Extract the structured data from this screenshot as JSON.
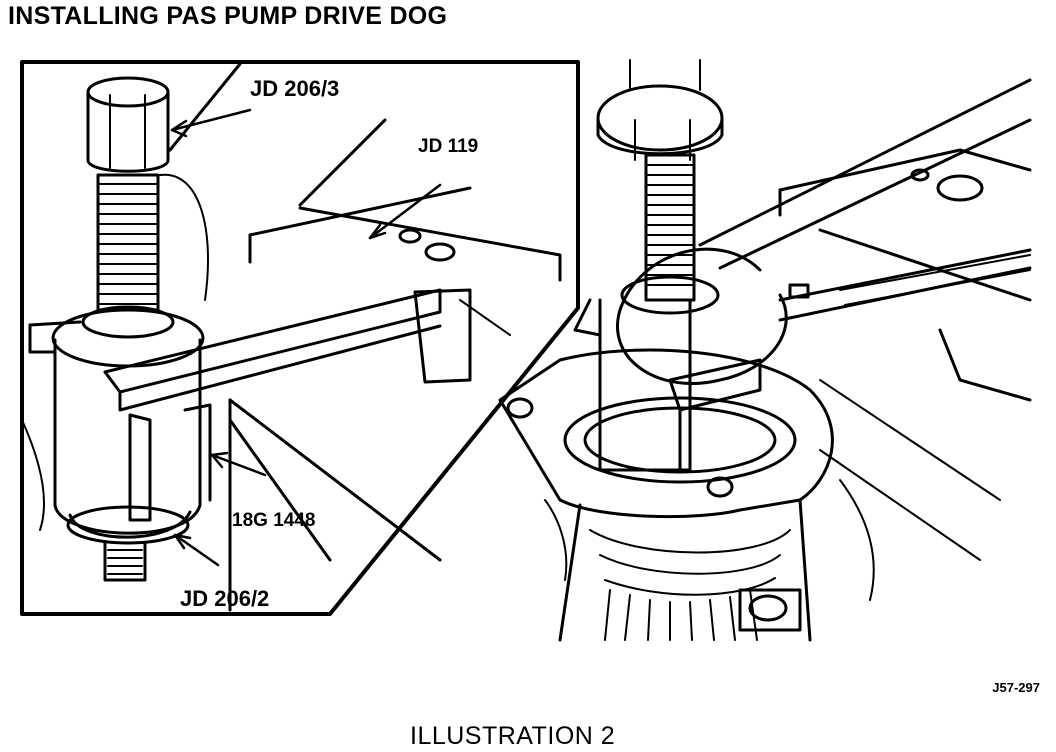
{
  "title": "INSTALLING PAS PUMP DRIVE DOG",
  "labels": {
    "jd206_3": "JD 206/3",
    "jd119": "JD 119",
    "g18_1448": "18G 1448",
    "jd206_2": "JD 206/2"
  },
  "reference": "J57-297",
  "caption": "ILLUSTRATION 2"
}
